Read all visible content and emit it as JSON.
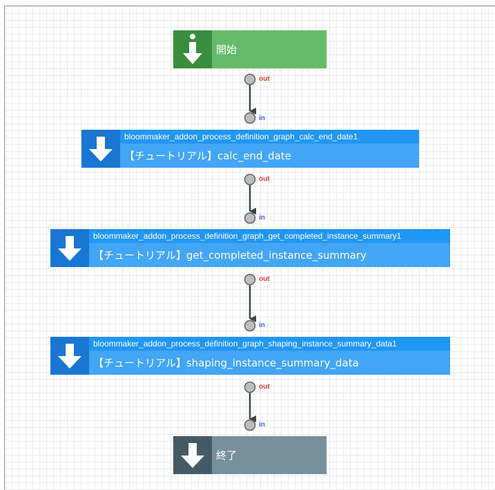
{
  "diagram": {
    "start": {
      "label": "開始",
      "color": "#66bb6a",
      "icon_bg": "#388e3c",
      "icon": "start-arrow-icon"
    },
    "tasks": [
      {
        "id": "bloommaker_addon_process_definition_graph_calc_end_date1",
        "label": "【チュートリアル】calc_end_date"
      },
      {
        "id": "bloommaker_addon_process_definition_graph_get_completed_instance_summary1",
        "label": "【チュートリアル】get_completed_instance_summary"
      },
      {
        "id": "bloommaker_addon_process_definition_graph_shaping_instance_summary_data1",
        "label": "【チュートリアル】shaping_instance_summary_data"
      }
    ],
    "end": {
      "label": "終了",
      "color": "#78909c",
      "icon_bg": "#455a64",
      "icon": "end-arrow-icon"
    },
    "task_colors": {
      "header": "#2196f3",
      "body": "#42a5f5",
      "icon_bg": "#1976d2"
    },
    "ports": {
      "out_label": "out",
      "in_label": "in",
      "out_color": "#e53935",
      "in_color": "#3d5afe"
    }
  }
}
